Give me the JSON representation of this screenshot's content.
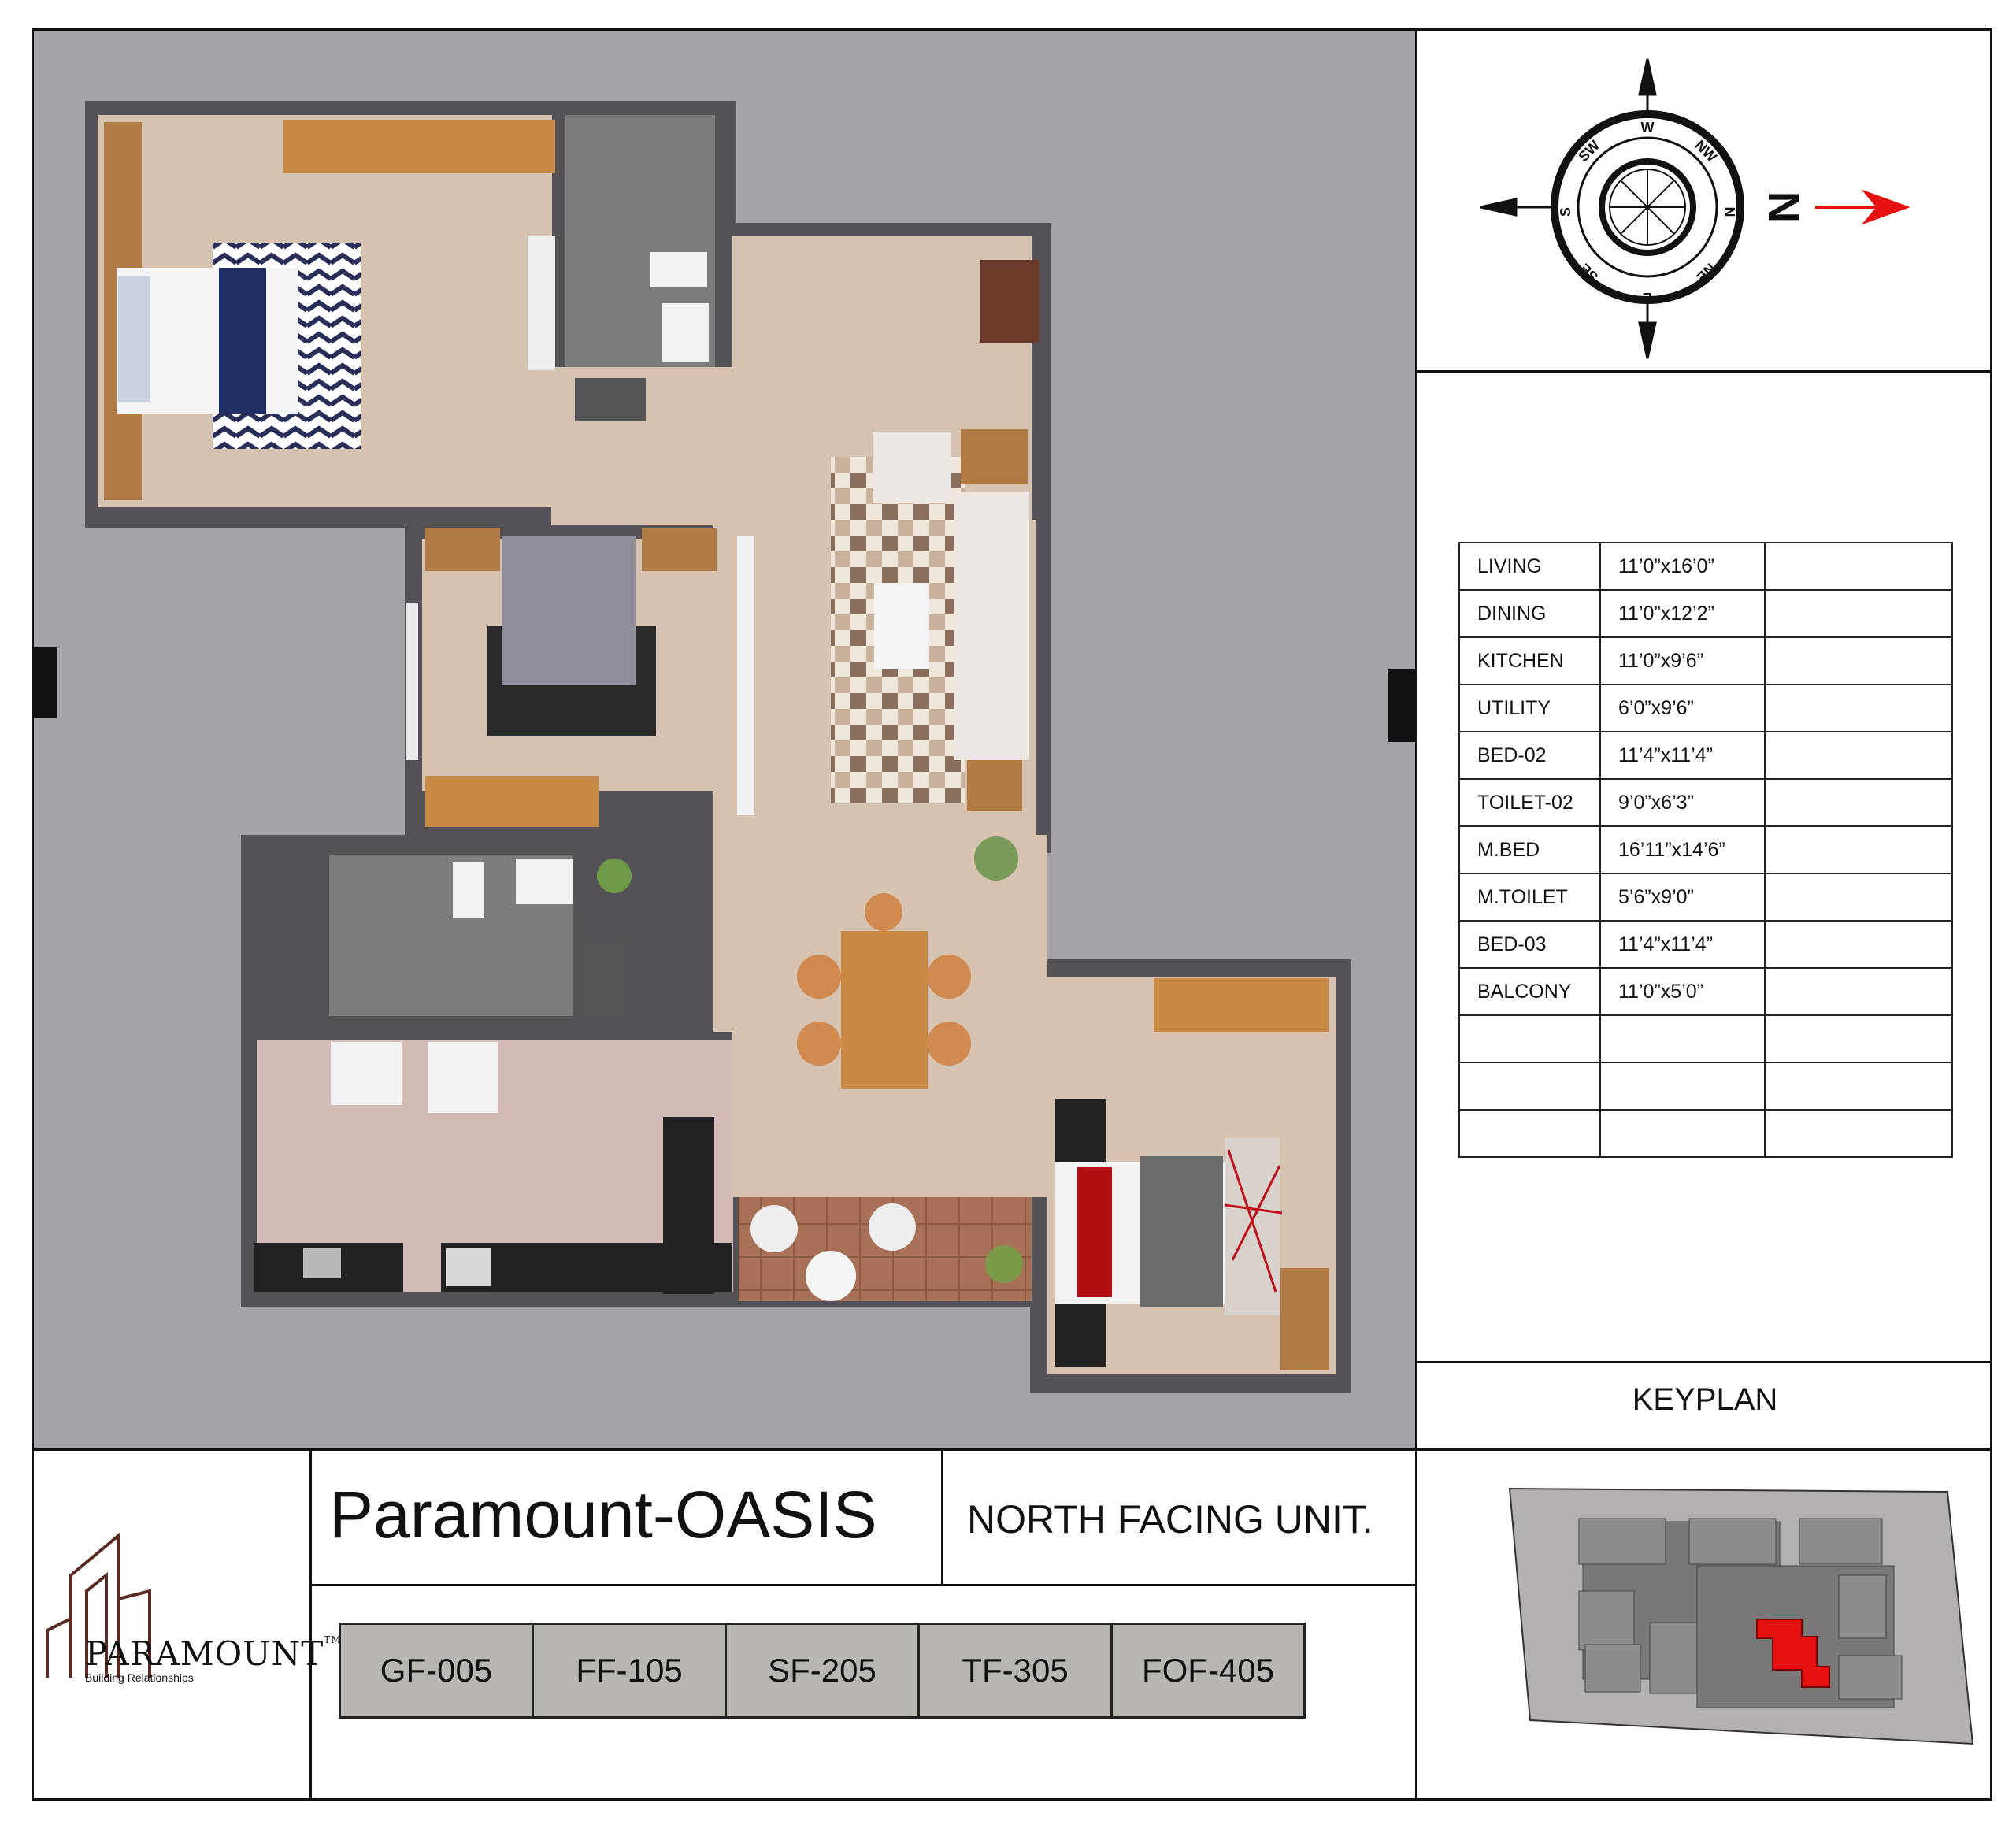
{
  "project_title": "Paramount-OASIS",
  "unit_orientation": "NORTH FACING UNIT.",
  "keyplan_label": "KEYPLAN",
  "logo": {
    "name": "PARAMOUNT",
    "trademark": "TM",
    "tagline": "Building Relationships"
  },
  "units": [
    "GF-005",
    "FF-105",
    "SF-205",
    "TF-305",
    "FOF-405"
  ],
  "room_areas": [
    {
      "room": "LIVING",
      "size": "11’0”x16’0”"
    },
    {
      "room": "DINING",
      "size": "11’0”x12’2”"
    },
    {
      "room": "KITCHEN",
      "size": "11’0”x9’6”"
    },
    {
      "room": "UTILITY",
      "size": "6’0”x9’6”"
    },
    {
      "room": "BED-02",
      "size": "11’4”x11’4”"
    },
    {
      "room": "TOILET-02",
      "size": "9’0”x6’3”"
    },
    {
      "room": "M.BED",
      "size": "16’11”x14’6”"
    },
    {
      "room": "M.TOILET",
      "size": "5’6”x9’0”"
    },
    {
      "room": "BED-03",
      "size": "11’4”x11’4”"
    },
    {
      "room": "BALCONY",
      "size": "11’0”x5’0”"
    },
    {
      "room": "",
      "size": ""
    },
    {
      "room": "",
      "size": ""
    },
    {
      "room": "",
      "size": ""
    }
  ],
  "compass": {
    "north_letter": "N",
    "ring_labels": [
      "W",
      "NW",
      "N",
      "NE",
      "E",
      "SE",
      "S",
      "SW"
    ]
  },
  "colors": {
    "plan_background": "#a6a2aa",
    "wall": "#545257",
    "floor": "#d6c2b0",
    "wet_floor": "#7e7b7f",
    "wood": "#c98a45",
    "highlight": "#e51010",
    "unit_box": "#b9b6b1"
  }
}
